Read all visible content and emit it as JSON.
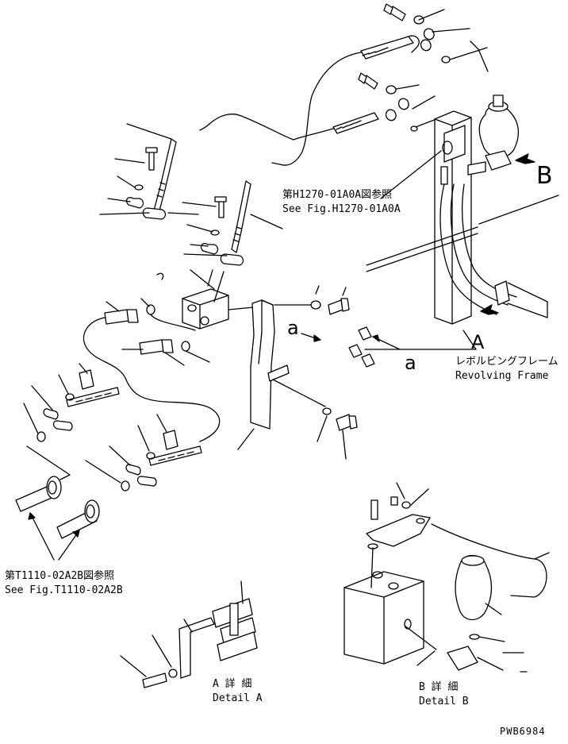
{
  "refs": {
    "h1270_jp": "第H1270-01A0A図参照",
    "h1270_en": "See Fig.H1270-01A0A",
    "t1110_jp": "第T1110-02A2B図参照",
    "t1110_en": "See Fig.T1110-02A2B"
  },
  "frame": {
    "jp": "レボルビングフレーム",
    "en": "Revolving Frame"
  },
  "callouts": {
    "a_upper": "a",
    "a_lower": "a",
    "A": "A",
    "B": "B"
  },
  "details": {
    "a_jp": "A 詳 細",
    "a_en": "Detail A",
    "b_jp": "B 詳 細",
    "b_en": "Detail B"
  },
  "drawing_number": "PWB6984"
}
